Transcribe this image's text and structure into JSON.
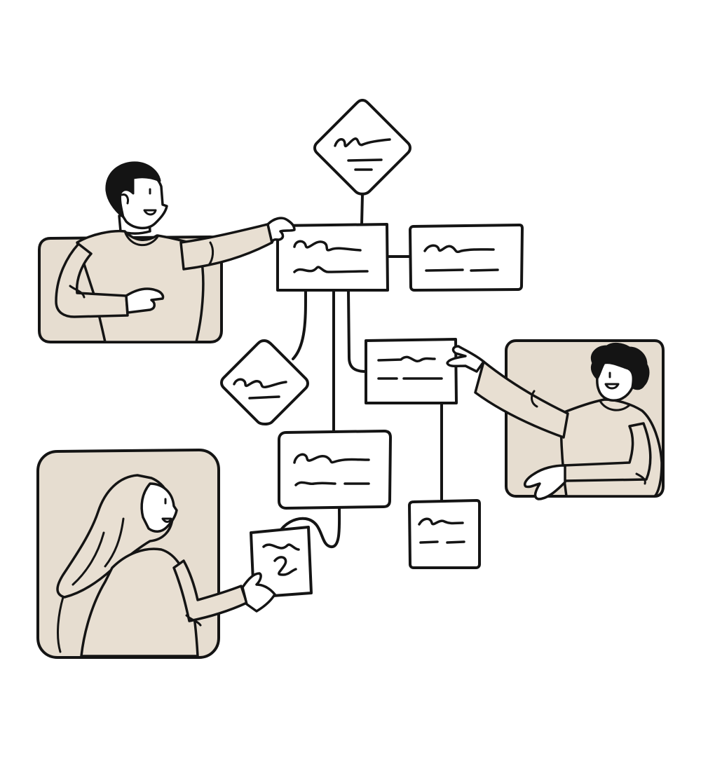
{
  "illustration": {
    "colors": {
      "ink": "#141414",
      "frame_fill": "#e6ddd0",
      "shirt_fill": "#e8dfd2",
      "background": "#ffffff"
    },
    "scene": "collaborative-flowchart",
    "people": [
      "man-top-left",
      "woman-right",
      "woman-bottom-left"
    ],
    "flowchart_node_count": 8
  }
}
